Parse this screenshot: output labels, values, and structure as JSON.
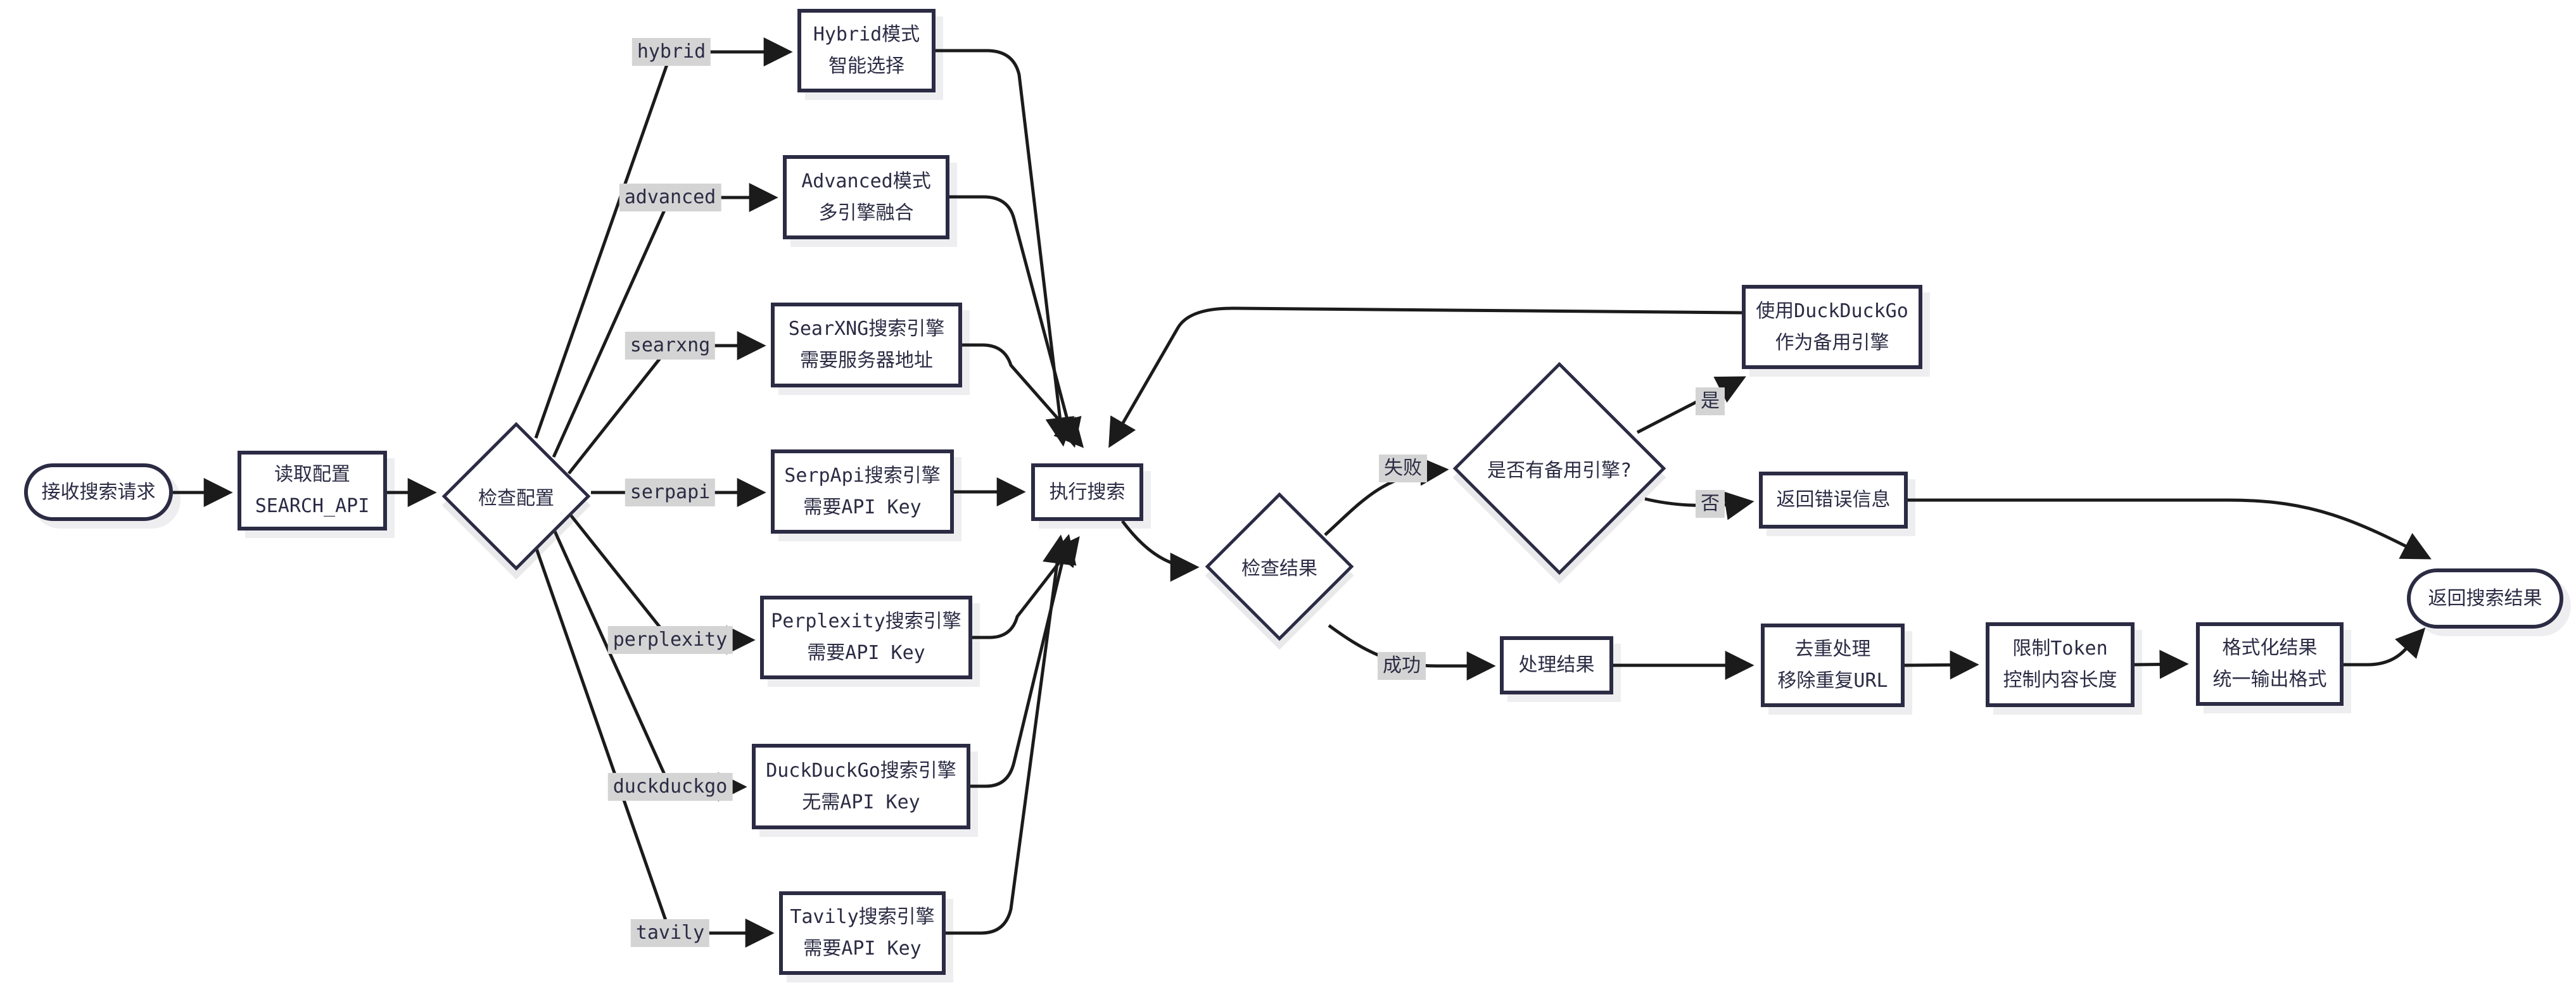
{
  "diagram": {
    "type": "flowchart",
    "nodes": {
      "start": {
        "label": "接收搜索请求",
        "shape": "stadium"
      },
      "read_config": {
        "label": "读取配置\nSEARCH_API",
        "shape": "rect"
      },
      "check_config": {
        "label": "检查配置",
        "shape": "diamond"
      },
      "hybrid": {
        "label": "Hybrid模式\n智能选择",
        "shape": "rect"
      },
      "advanced": {
        "label": "Advanced模式\n多引擎融合",
        "shape": "rect"
      },
      "searxng": {
        "label": "SearXNG搜索引擎\n需要服务器地址",
        "shape": "rect"
      },
      "serpapi": {
        "label": "SerpApi搜索引擎\n需要API Key",
        "shape": "rect"
      },
      "perplexity": {
        "label": "Perplexity搜索引擎\n需要API Key",
        "shape": "rect"
      },
      "duckduckgo": {
        "label": "DuckDuckGo搜索引擎\n无需API Key",
        "shape": "rect"
      },
      "tavily": {
        "label": "Tavily搜索引擎\n需要API Key",
        "shape": "rect"
      },
      "execute": {
        "label": "执行搜索",
        "shape": "rect"
      },
      "check_result": {
        "label": "检查结果",
        "shape": "diamond"
      },
      "has_backup": {
        "label": "是否有备用引擎?",
        "shape": "diamond"
      },
      "use_backup": {
        "label": "使用DuckDuckGo\n作为备用引擎",
        "shape": "rect"
      },
      "return_error": {
        "label": "返回错误信息",
        "shape": "rect"
      },
      "process": {
        "label": "处理结果",
        "shape": "rect"
      },
      "dedupe": {
        "label": "去重处理\n移除重复URL",
        "shape": "rect"
      },
      "limit_token": {
        "label": "限制Token\n控制内容长度",
        "shape": "rect"
      },
      "format": {
        "label": "格式化结果\n统一输出格式",
        "shape": "rect"
      },
      "return_result": {
        "label": "返回搜索结果",
        "shape": "stadium"
      }
    },
    "edge_labels": {
      "hybrid": "hybrid",
      "advanced": "advanced",
      "searxng": "searxng",
      "serpapi": "serpapi",
      "perplexity": "perplexity",
      "duckduckgo": "duckduckgo",
      "tavily": "tavily",
      "fail": "失败",
      "success": "成功",
      "yes": "是",
      "no": "否"
    },
    "colors": {
      "node_border": "#2b2b44",
      "node_fill": "#ffffff",
      "node_text": "#2b2b44",
      "edge": "#1b1b1b",
      "edge_label_bg": "#d4d4d4",
      "shadow": "#ececf1",
      "background": "#ffffff"
    }
  }
}
